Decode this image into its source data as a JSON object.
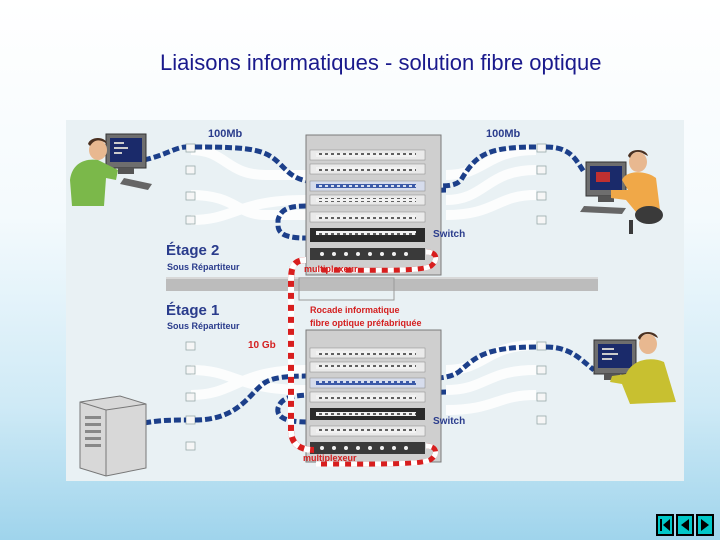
{
  "slide": {
    "title": "Liaisons informatiques - solution fibre optique"
  },
  "diagram": {
    "speed_left": "100Mb",
    "speed_right": "100Mb",
    "floor2_title": "Étage 2",
    "floor2_subtitle": "Sous Répartiteur",
    "floor1_title": "Étage 1",
    "floor1_subtitle": "Sous Répartiteur",
    "switch_top": "Switch",
    "switch_bottom": "Switch",
    "multiplexer_top": "multiplexeur",
    "multiplexer_bottom": "multiplexeur",
    "backbone_line1": "Rocade informatique",
    "backbone_line2": "fibre optique préfabriquée",
    "speed_backbone": "10 Gb"
  },
  "colors": {
    "title": "#1a1a8c",
    "label_blue": "#2a3c8c",
    "label_red": "#d42020",
    "cable_blue": "#1c3f8a",
    "fiber_red": "#d81e1e"
  },
  "nav": {
    "buttons": [
      "first-icon",
      "previous-icon",
      "next-icon"
    ]
  }
}
